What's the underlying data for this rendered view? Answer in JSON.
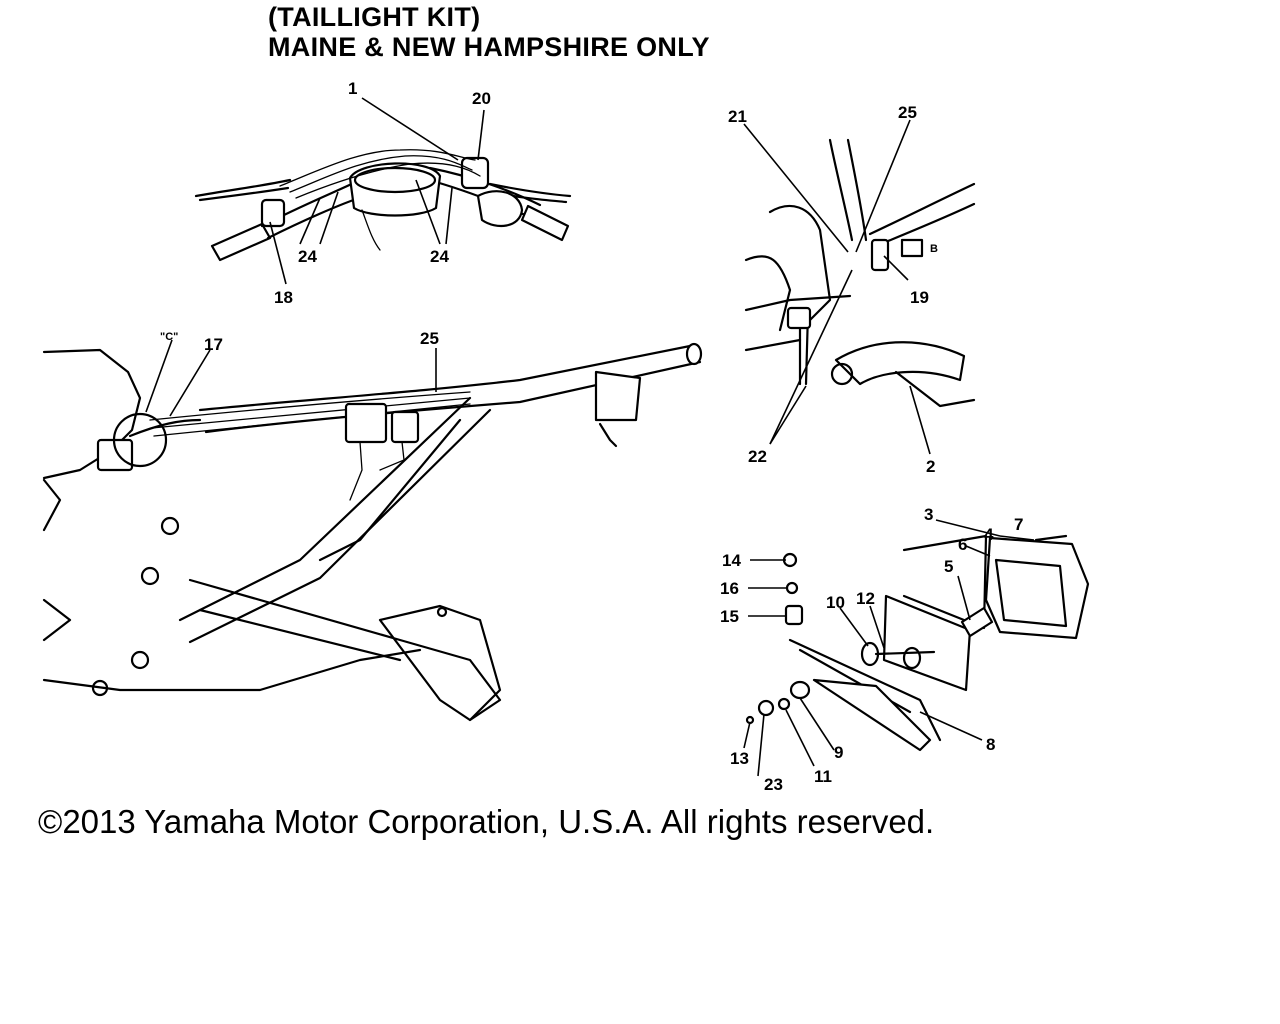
{
  "title": {
    "line1": "(TAILLIGHT KIT)",
    "line2": "MAINE & NEW HAMPSHIRE ONLY"
  },
  "diagram": {
    "views": [
      "handlebar-view",
      "frame-wiring-view",
      "rear-brake-switch-view",
      "taillight-exploded-view"
    ],
    "callouts": {
      "handlebar": [
        "1",
        "20",
        "24",
        "24",
        "18"
      ],
      "frame": [
        "\"C\"",
        "17",
        "25"
      ],
      "brake": [
        "21",
        "25",
        "B",
        "19",
        "22",
        "2"
      ],
      "taillight": [
        "3",
        "6",
        "4",
        "7",
        "5",
        "14",
        "16",
        "15",
        "10",
        "12",
        "8",
        "9",
        "11",
        "13",
        "23"
      ]
    }
  },
  "copyright": "©2013 Yamaha Motor Corporation, U.S.A. All rights reserved."
}
